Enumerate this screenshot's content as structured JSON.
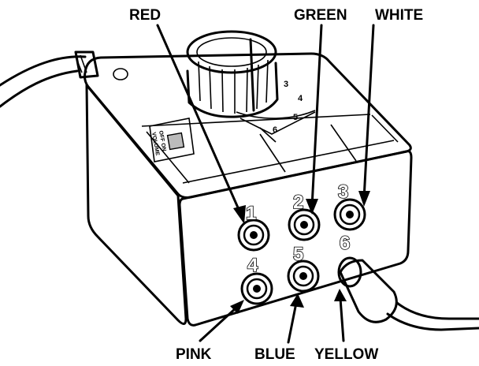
{
  "labels": {
    "red": "RED",
    "green": "GREEN",
    "white": "WHITE",
    "pink": "PINK",
    "blue": "BLUE",
    "yellow": "YELLOW"
  },
  "jacks": {
    "j1": "1",
    "j2": "2",
    "j3": "3",
    "j4": "4",
    "j5": "5",
    "j6": "6"
  },
  "dial": {
    "n3": "3",
    "n4": "4",
    "n5": "5",
    "n6": "6"
  },
  "switch": {
    "label_top": "OFF ON",
    "label_bottom": "VOLUME"
  },
  "colors": {
    "ink": "#000000",
    "paper": "#ffffff"
  }
}
